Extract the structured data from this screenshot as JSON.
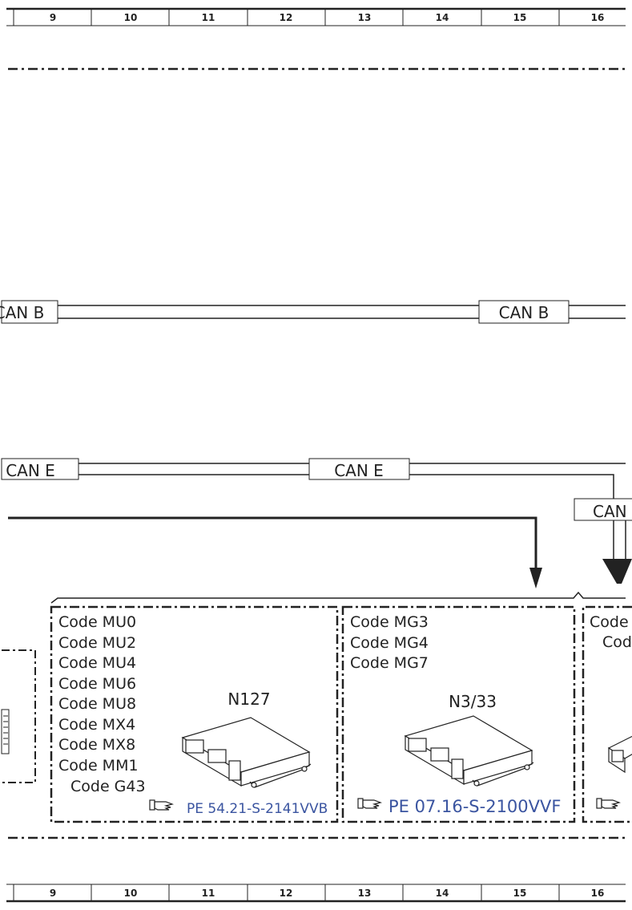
{
  "ruler": {
    "top": [
      "9",
      "10",
      "11",
      "12",
      "13",
      "14",
      "15",
      "16"
    ],
    "bottom": [
      "9",
      "10",
      "11",
      "12",
      "13",
      "14",
      "15",
      "16"
    ]
  },
  "can_b": {
    "left_label": "CAN B",
    "mid_label": "CAN B"
  },
  "can_e": {
    "left_label": "CAN E",
    "mid_label": "CAN E",
    "right_label": "CAN E"
  },
  "module_n127": {
    "codes": [
      "Code MU0",
      "Code MU2",
      "Code MU4",
      "Code MU6",
      "Code MU8",
      "Code MX4",
      "Code MX8",
      "Code MM1"
    ],
    "extra_code": "Code G43",
    "component": "N127",
    "reference": "PE 54.21-S-2141VVB"
  },
  "module_n333": {
    "codes": [
      "Code MG3",
      "Code MG4",
      "Code MG7"
    ],
    "component": "N3/33",
    "reference": "PE 07.16-S-2100VVF"
  },
  "module_right": {
    "codes": [
      "Code",
      "Code"
    ]
  },
  "colors": {
    "line": "#222222",
    "link": "#3a54a0"
  }
}
